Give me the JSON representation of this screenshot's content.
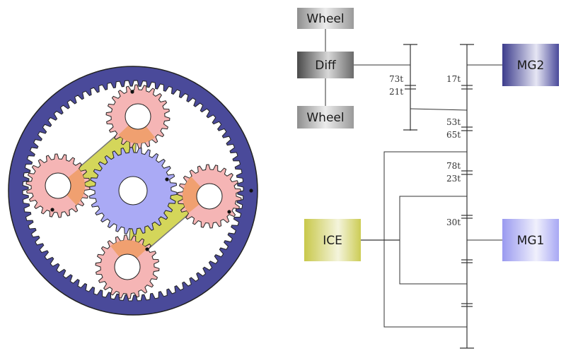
{
  "planetary": {
    "ring_color": "#4a4a9a",
    "ring_inner_color": "#ffffff",
    "carrier_color": "#d4d65a",
    "sun_color": "#aaaaf5",
    "planet_color": "#f5b5b5",
    "planet_mesh_color": "#f0a070",
    "tooth_outline": "#222222"
  },
  "schematic": {
    "boxes": {
      "wheel_top": {
        "label": "Wheel",
        "icon": "wheel-icon"
      },
      "diff": {
        "label": "Diff",
        "icon": "differential-icon"
      },
      "wheel_bottom": {
        "label": "Wheel",
        "icon": "wheel-icon"
      },
      "mg2": {
        "label": "MG2",
        "icon": "motor-generator-icon"
      },
      "ice": {
        "label": "ICE",
        "icon": "engine-icon"
      },
      "mg1": {
        "label": "MG1",
        "icon": "motor-generator-icon"
      }
    },
    "tooth_counts": {
      "t73": "73t",
      "t21": "21t",
      "t17": "17t",
      "t53": "53t",
      "t65": "65t",
      "t78": "78t",
      "t23": "23t",
      "t30": "30t"
    },
    "colors": {
      "wheel": "#b0b0b0",
      "diff": "#777777",
      "mg2": "#5a5aa8",
      "ice": "#d4d465",
      "mg1": "#b0b0f5"
    }
  }
}
